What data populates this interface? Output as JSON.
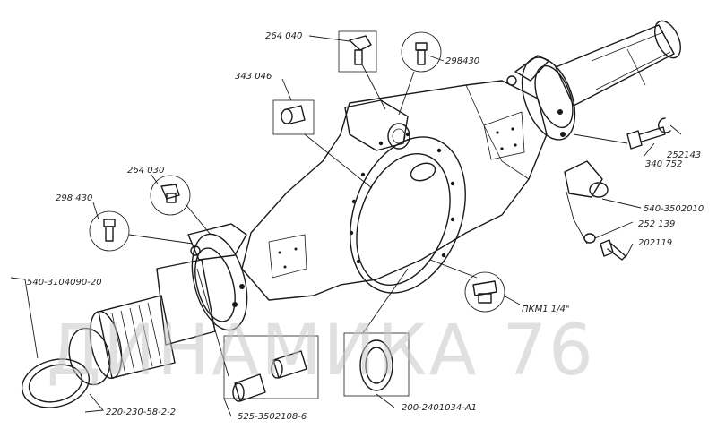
{
  "watermark": "ДИНАМИКА 76",
  "labels": {
    "p264040": "264 040",
    "p298430_top": "298430",
    "p343046": "343 046",
    "p252143": "252143",
    "p340752": "340 752",
    "p264030": "264 030",
    "p298430_left": "298 430",
    "p540_3502010": "540-3502010",
    "p252139": "252 139",
    "p202119": "202119",
    "p540_3104090_20": "540-3104090-20",
    "p_pkm": "ПКМ1 1/4\"",
    "p220_230": "220-230-58-2-2",
    "p525_3502108_6": "525-3502108-6",
    "p200_2401034_a1": "200-2401034-А1"
  },
  "colors": {
    "ink": "#1a1a1a",
    "background": "#ffffff",
    "watermark": "#c7c7c7"
  }
}
